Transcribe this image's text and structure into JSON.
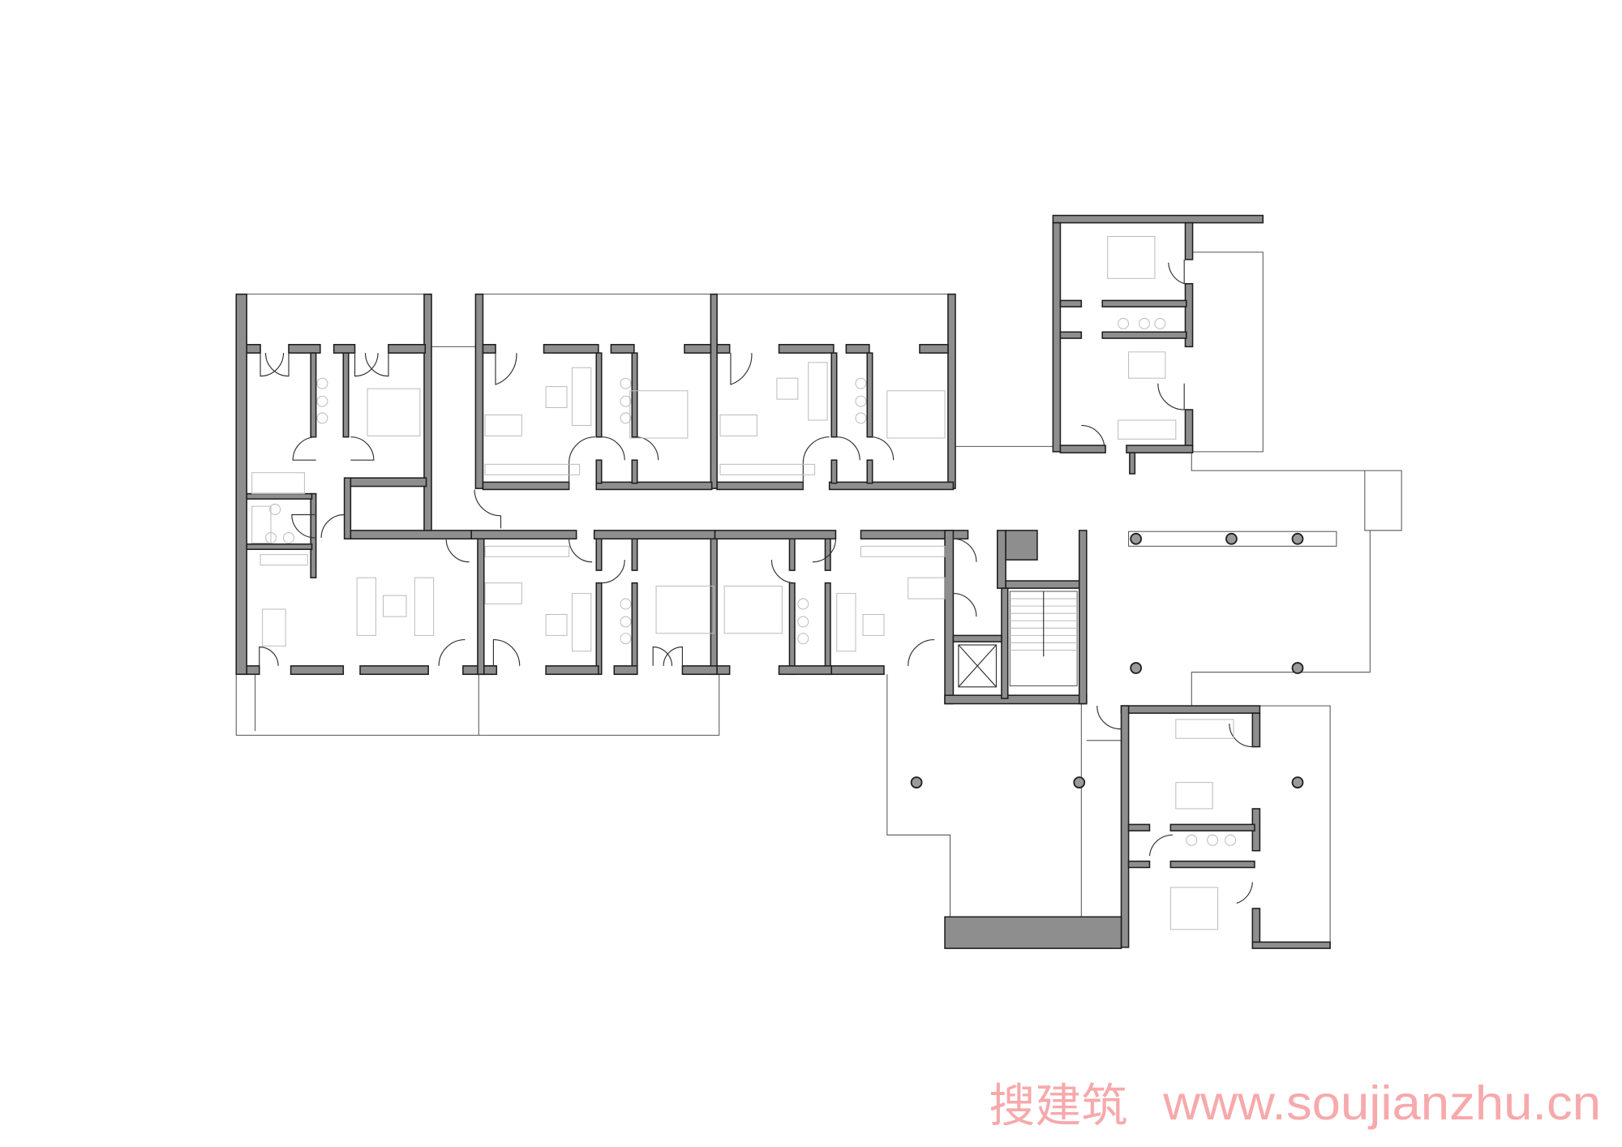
{
  "drawing": {
    "type": "floor-plan",
    "colors": {
      "wall": "#8e8e8e",
      "outline": "#1e1e1e",
      "furniture": "#bdbdbd",
      "watermark": "#f7a9ab"
    }
  },
  "watermark": {
    "chinese": "搜建筑",
    "url": "www.soujianzhu.cn"
  }
}
